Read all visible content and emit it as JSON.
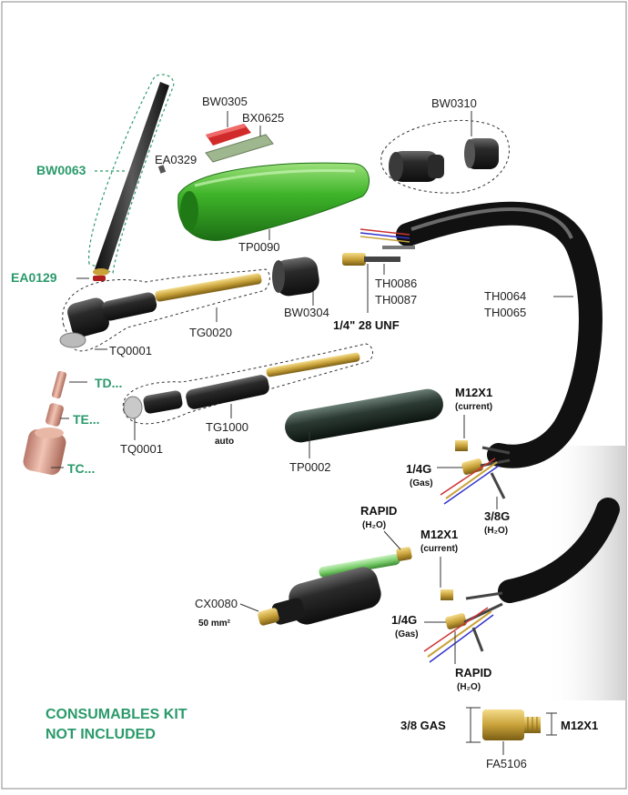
{
  "parts": {
    "bw0305": "BW0305",
    "bx0625": "BX0625",
    "bw0310": "BW0310",
    "ea0329": "EA0329",
    "bw0063": "BW0063",
    "tp0090": "TP0090",
    "ea0129": "EA0129",
    "th0086": "TH0086",
    "th0087": "TH0087",
    "th0064": "TH0064",
    "th0065": "TH0065",
    "bw0304": "BW0304",
    "tg0020": "TG0020",
    "unf": "1/4\" 28 UNF",
    "tq0001_a": "TQ0001",
    "td": "TD...",
    "te": "TE...",
    "tc": "TC...",
    "tq0001_b": "TQ0001",
    "tg1000": "TG1000",
    "tg1000_sub": "auto",
    "tp0002": "TP0002",
    "m12x1_a": "M12X1",
    "m12x1_a_sub": "(current)",
    "g14_a": "1/4G",
    "g14_a_sub": "(Gas)",
    "g38": "3/8G",
    "g38_sub": "(H₂O)",
    "rapid_a": "RAPID",
    "rapid_a_sub": "(H₂O)",
    "m12x1_b": "M12X1",
    "m12x1_b_sub": "(current)",
    "cx0080": "CX0080",
    "cx0080_sub": "50 mm²",
    "g14_b": "1/4G",
    "g14_b_sub": "(Gas)",
    "rapid_b": "RAPID",
    "rapid_b_sub": "(H₂O)",
    "gas38": "3/8 GAS",
    "m12x1_c": "M12X1",
    "fa5106": "FA5106"
  },
  "notice": {
    "line1": "CONSUMABLES KIT",
    "line2": "NOT INCLUDED"
  },
  "colors": {
    "accent_green": "#2a9a6a",
    "handle_green": "#3fb52a",
    "brass": "#c9a23a",
    "copper": "#d79a86",
    "cable": "#262626"
  }
}
